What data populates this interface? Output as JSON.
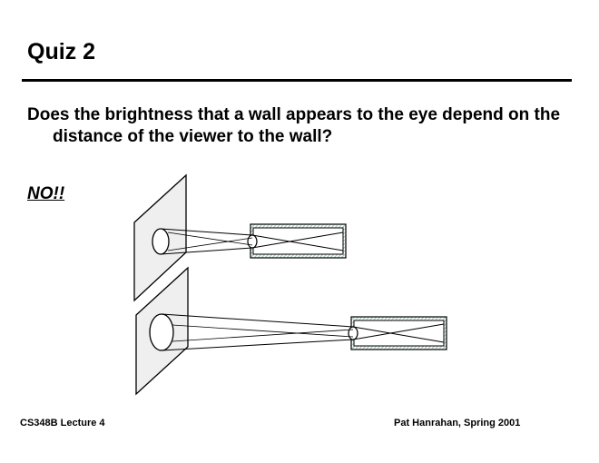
{
  "slide": {
    "title": "Quiz 2",
    "question": "Does the brightness that a wall appears to the eye depend on the distance of the viewer to the wall?",
    "answer": "NO!!"
  },
  "figure": {
    "fill_color": "#efefef",
    "tube_hatch_color": "#a8c8c0",
    "line_color": "#000000"
  },
  "footer": {
    "left": "CS348B Lecture 4",
    "right": "Pat Hanrahan, Spring 2001"
  }
}
